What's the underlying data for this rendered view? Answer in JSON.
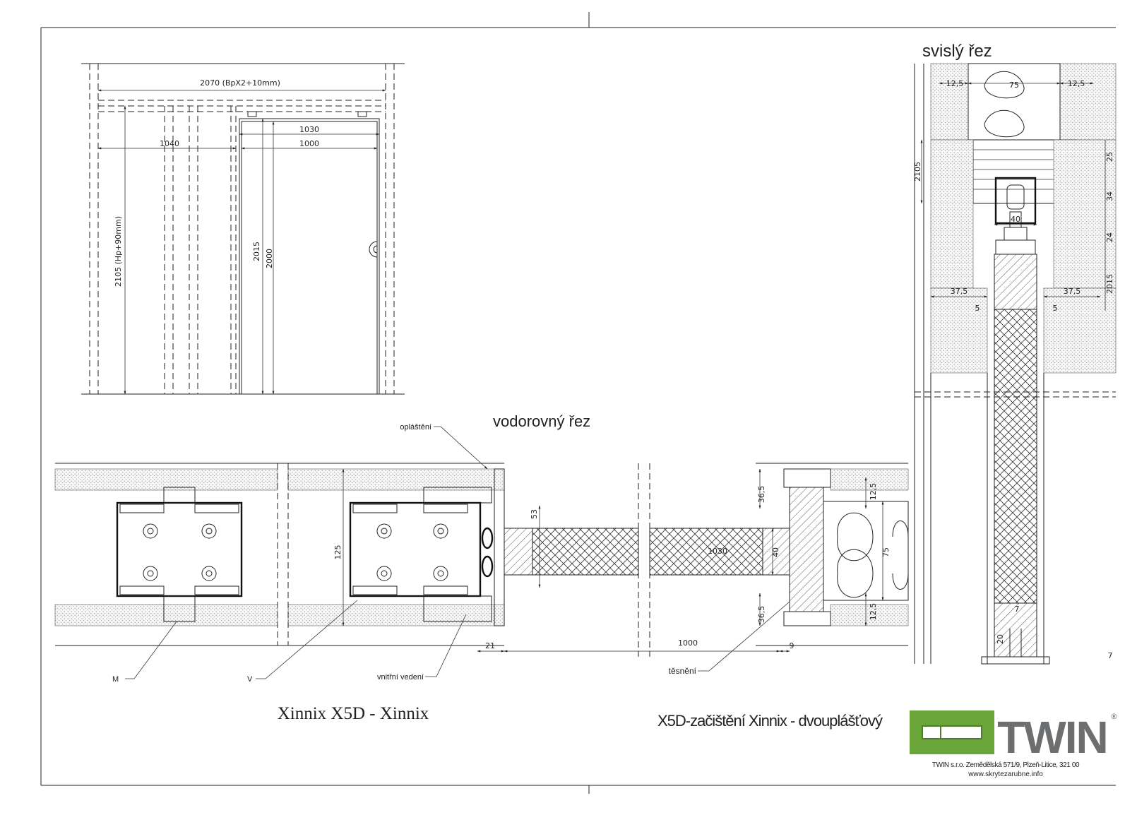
{
  "titles": {
    "vertical_section": "svislý řez",
    "horizontal_section": "vodorovný řez",
    "product": "Xinnix X5D - Xinnix",
    "sheet": "X5D-začištění Xinnix - dvouplášťový"
  },
  "brand": {
    "name": "TWIN",
    "registered": "®",
    "address": "TWIN s.r.o. Zemědělská 571/9, Plzeň-Litice, 321 00",
    "website": "www.skrytezarubne.info",
    "logo_green": "#6aa53a",
    "logo_gray": "#6d6e70"
  },
  "elevation": {
    "width_total": "2070 (BpX2+10mm)",
    "height_total": "2105 (Hp+90mm)",
    "leaf_width_outer": "1030",
    "leaf_width_inner": "1000",
    "opening_left": "1040",
    "leaf_height_outer": "2015",
    "leaf_height_inner": "2000"
  },
  "horizontal": {
    "callouts": {
      "cladding": "opláštění",
      "inner_guide": "vnitřní vedení",
      "seal": "těsnění",
      "m": "M",
      "v": "V"
    },
    "dims": {
      "wall": "125",
      "leaf_offset": "53",
      "left_gap": "21",
      "passage": "1000",
      "leaf_len": "1030",
      "right_gap": "9",
      "leaf_thk": "40",
      "upper": "36,5",
      "lower": "36,5",
      "frame": "75",
      "r_upper": "12,5",
      "r_lower": "12,5"
    }
  },
  "vertical": {
    "dims": {
      "left_edge": "12,5",
      "core": "75",
      "right_edge": "12,5",
      "total_h": "2105",
      "d25": "25",
      "d34": "34",
      "d24": "24",
      "d2015": "2015",
      "left_gap": "37,5",
      "right_gap": "37,5",
      "leaf": "40",
      "s5l": "5",
      "s5r": "5",
      "bottom7": "7",
      "d20": "20",
      "d7": "7"
    }
  }
}
